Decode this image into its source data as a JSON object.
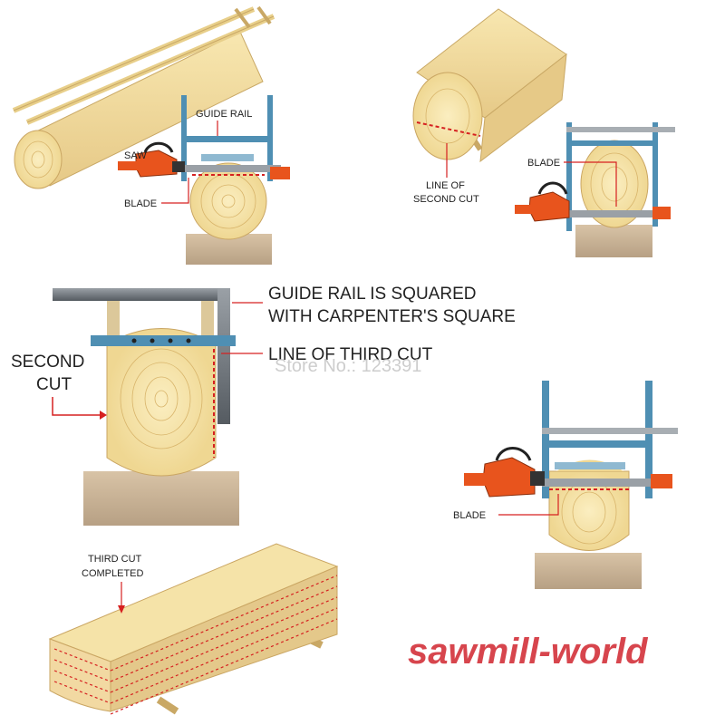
{
  "labels": {
    "guide_rail": "GUIDE RAIL",
    "saw": "SAW",
    "blade_1": "BLADE",
    "line_second_cut_1": "LINE OF",
    "line_second_cut_2": "SECOND CUT",
    "blade_2": "BLADE",
    "squared_1": "GUIDE RAIL IS SQUARED",
    "squared_2": "WITH CARPENTER'S SQUARE",
    "line_third_cut": "LINE OF THIRD CUT",
    "second_cut_1": "SECOND",
    "second_cut_2": "CUT",
    "blade_3": "BLADE",
    "third_cut_1": "THIRD CUT",
    "third_cut_2": "COMPLETED"
  },
  "watermark": "Store No.: 123391",
  "brand": "sawmill-world",
  "colors": {
    "wood": "#f3df9f",
    "wood_dark": "#e2c27a",
    "ring": "#d8b46a",
    "rail": "#4f8fb3",
    "saw": "#e8541d",
    "cut_line": "#d62020",
    "brand": "#d7454d",
    "stand": "#cbb59a"
  }
}
